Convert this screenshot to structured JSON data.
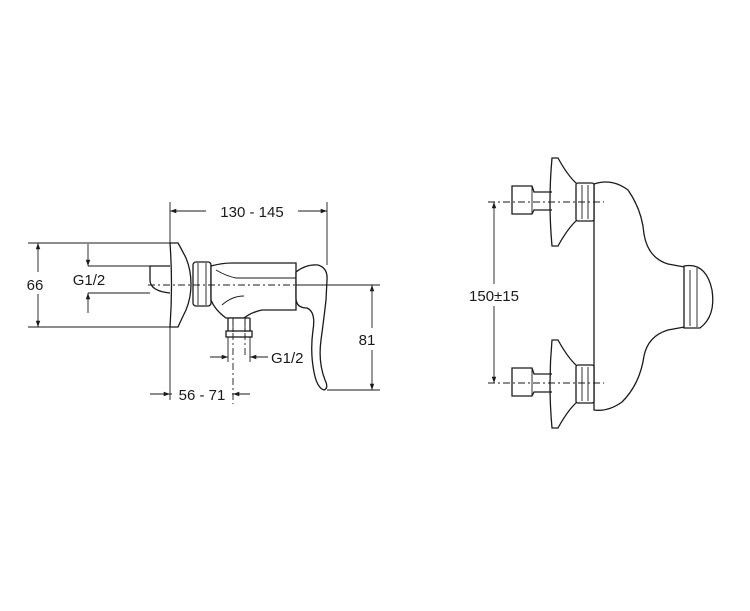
{
  "left_view": {
    "overall_depth": "130 - 145",
    "height_mount": "66",
    "inlet_thread": "G1/2",
    "outlet_thread": "G1/2",
    "outlet_offset": "56 - 71",
    "outlet_height": "81"
  },
  "right_view": {
    "inlet_spacing": "150±15"
  }
}
